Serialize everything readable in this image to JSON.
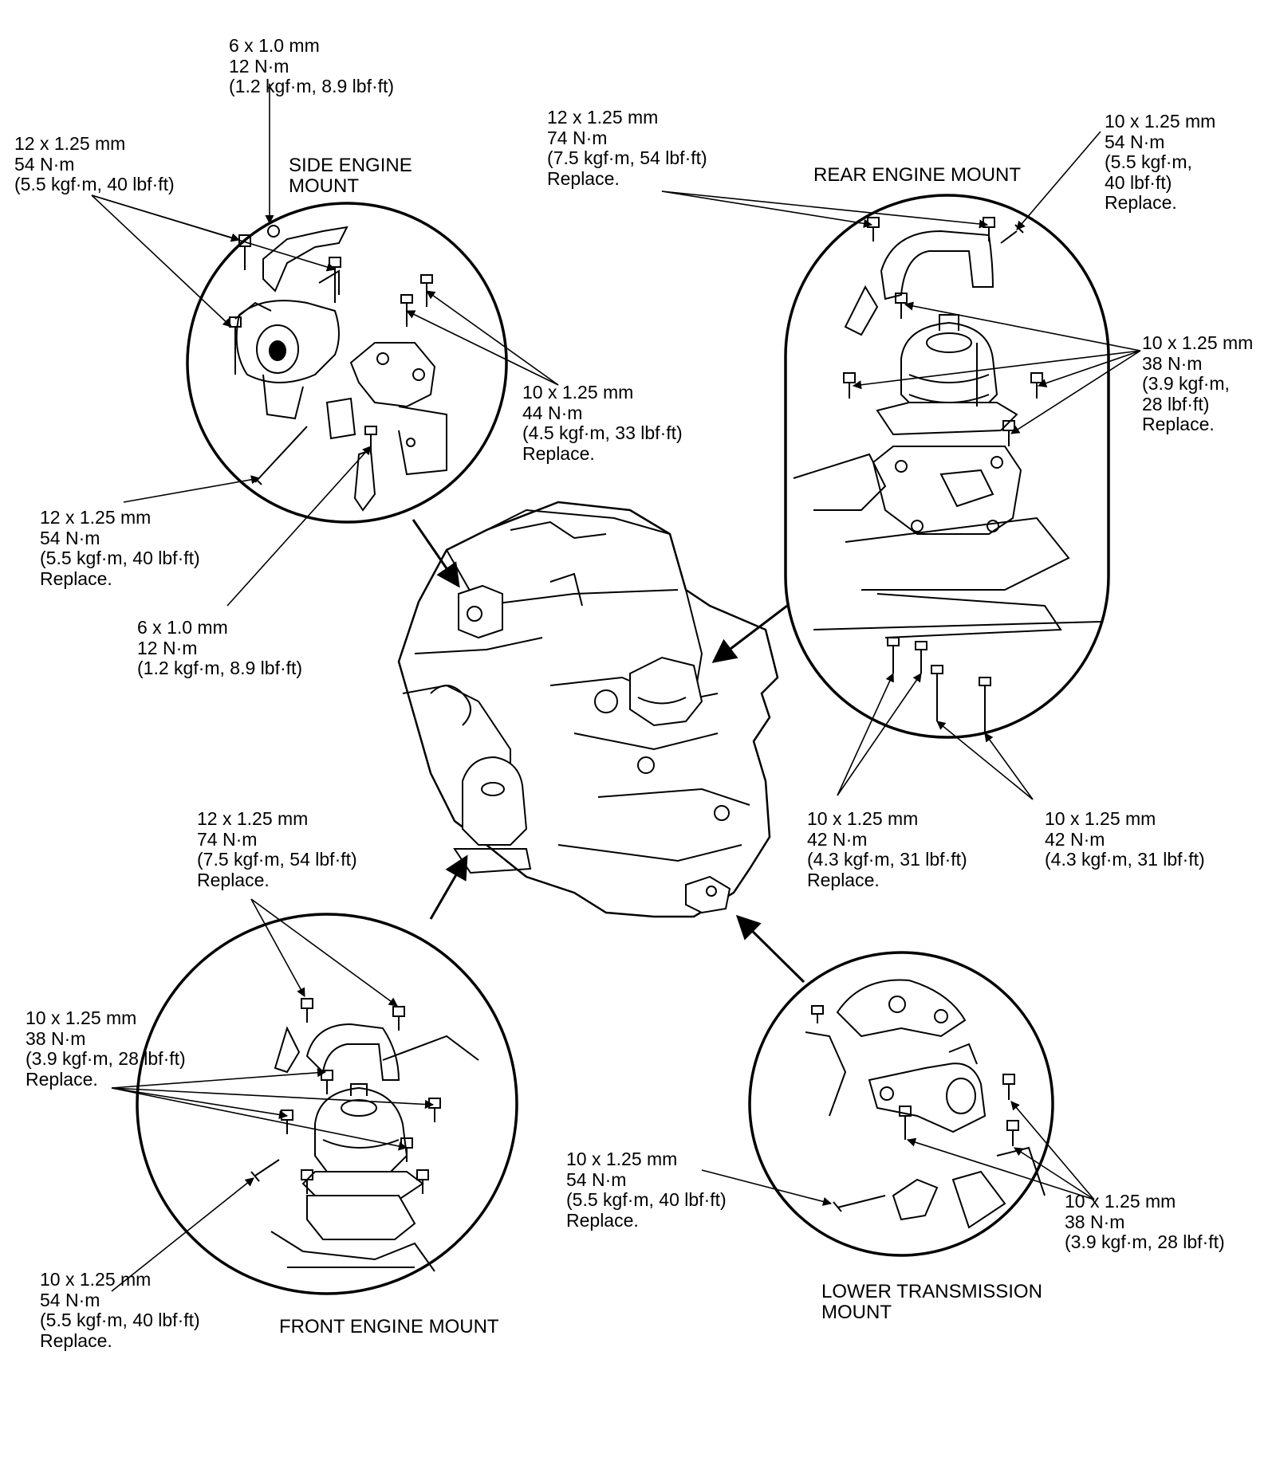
{
  "callouts": {
    "side_top_bolt": [
      "6 x 1.0 mm",
      "12 N·m",
      "(1.2 kgf·m, 8.9 lbf·ft)"
    ],
    "side_left_bolt": [
      "12 x 1.25 mm",
      "54 N·m",
      "(5.5 kgf·m, 40 lbf·ft)"
    ],
    "side_right_bolt": [
      "10 x 1.25 mm",
      "44 N·m",
      "(4.5 kgf·m, 33 lbf·ft)",
      "Replace."
    ],
    "side_through_bolt": [
      "12 x 1.25 mm",
      "54 N·m",
      "(5.5 kgf·m, 40 lbf·ft)",
      "Replace."
    ],
    "side_bottom_bolt": [
      "6 x 1.0 mm",
      "12 N·m",
      "(1.2 kgf·m, 8.9 lbf·ft)"
    ],
    "rear_top_nuts": [
      "12 x 1.25 mm",
      "74 N·m",
      "(7.5 kgf·m, 54 lbf·ft)",
      "Replace."
    ],
    "rear_top_right_bolt": [
      "10 x 1.25 mm",
      "54 N·m",
      "(5.5 kgf·m,",
      "40 lbf·ft)",
      "Replace."
    ],
    "rear_right_bolts": [
      "10 x 1.25 mm",
      "38 N·m",
      "(3.9 kgf·m,",
      "28 lbf·ft)",
      "Replace."
    ],
    "rear_bottom_left_bolts": [
      "10 x 1.25 mm",
      "42 N·m",
      "(4.3 kgf·m, 31 lbf·ft)",
      "Replace."
    ],
    "rear_bottom_right_bolts": [
      "10 x 1.25 mm",
      "42 N·m",
      "(4.3 kgf·m, 31 lbf·ft)"
    ],
    "front_top_nuts": [
      "12 x 1.25 mm",
      "74 N·m",
      "(7.5 kgf·m, 54 lbf·ft)",
      "Replace."
    ],
    "front_left_bolts": [
      "10 x 1.25 mm",
      "38 N·m",
      "(3.9 kgf·m, 28 lbf·ft)",
      "Replace."
    ],
    "front_bottom_bolt": [
      "10 x 1.25 mm",
      "54 N·m",
      "(5.5 kgf·m, 40 lbf·ft)",
      "Replace."
    ],
    "lower_left_bolt": [
      "10 x 1.25 mm",
      "54 N·m",
      "(5.5 kgf·m, 40 lbf·ft)",
      "Replace."
    ],
    "lower_right_bolts": [
      "10 x 1.25 mm",
      "38 N·m",
      "(3.9 kgf·m, 28 lbf·ft)"
    ]
  },
  "titles": {
    "side_mount": [
      "SIDE ENGINE",
      "MOUNT"
    ],
    "rear_mount": "REAR ENGINE MOUNT",
    "front_mount": "FRONT ENGINE MOUNT",
    "lower_mount": [
      "LOWER TRANSMISSION",
      "MOUNT"
    ]
  },
  "colors": {
    "ink": "#000000",
    "paper": "#ffffff"
  }
}
